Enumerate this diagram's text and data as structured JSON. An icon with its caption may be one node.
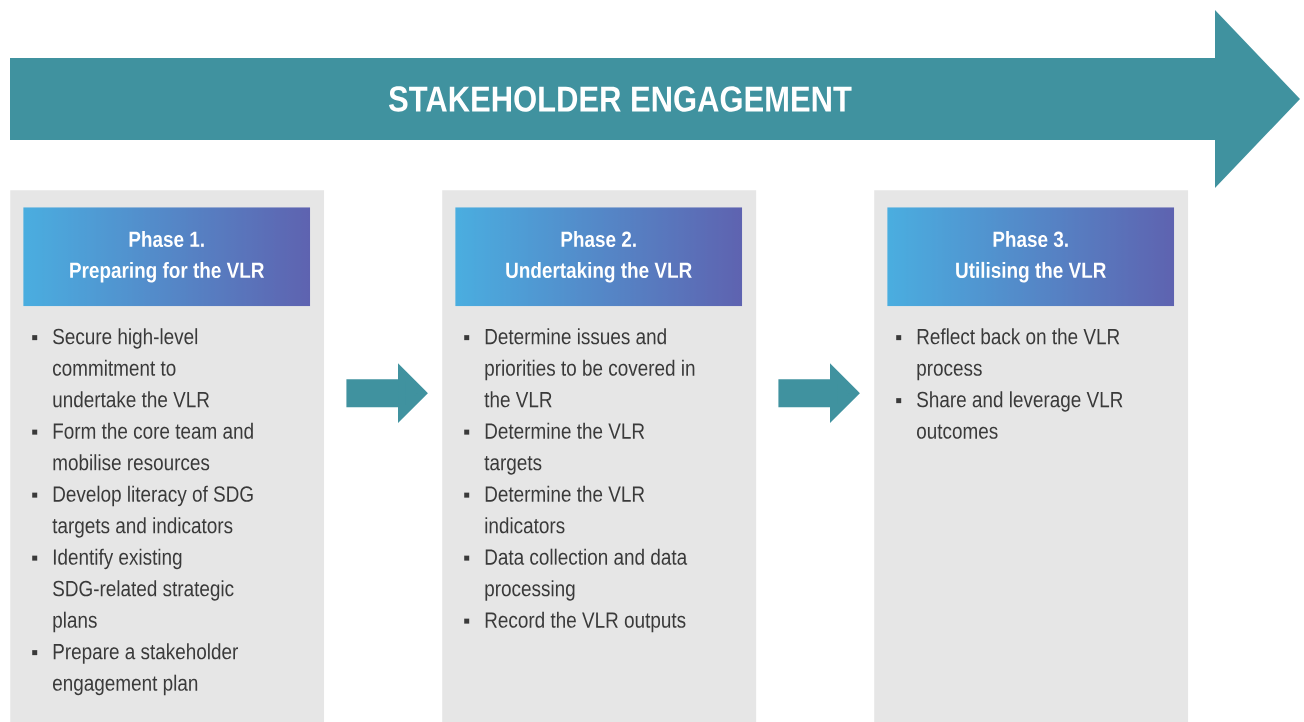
{
  "diagram": {
    "nodes": [
      {
        "text": [
          "STAKEHOLDER ENGAGEMENT"
        ]
      },
      {
        "text": [
          "Secure high-level commitment to undertake the VLR",
          "Form the core team and mobilise resources",
          "Develop literacy of SDG targets and indicators",
          "Identify existing SDG-related strategic plans",
          "Prepare a stakeholder engagement plan"
        ]
      },
      {
        "text": [
          "Phase 1.",
          "Preparing for the VLR"
        ],
        "in": 1
      },
      {
        "text": [
          "Determine issues and priorities to be covered in the VLR",
          "Determine the VLR targets",
          "Determine the VLR indicators",
          "Data collection and data processing",
          "Record the VLR outputs"
        ]
      },
      {
        "text": [
          "Phase 2.",
          "Undertaking the VLR"
        ],
        "in": 3
      },
      {
        "text": [
          "Reflect back on the VLR process",
          "Share and leverage VLR outcomes"
        ]
      },
      {
        "text": [
          "Phase 3.",
          "Utilising the VLR"
        ],
        "in": 5
      }
    ],
    "edges": [
      {
        "from": 1,
        "to": 3,
        "arrow": "to"
      },
      {
        "from": 3,
        "to": 5,
        "arrow": "to"
      }
    ]
  }
}
